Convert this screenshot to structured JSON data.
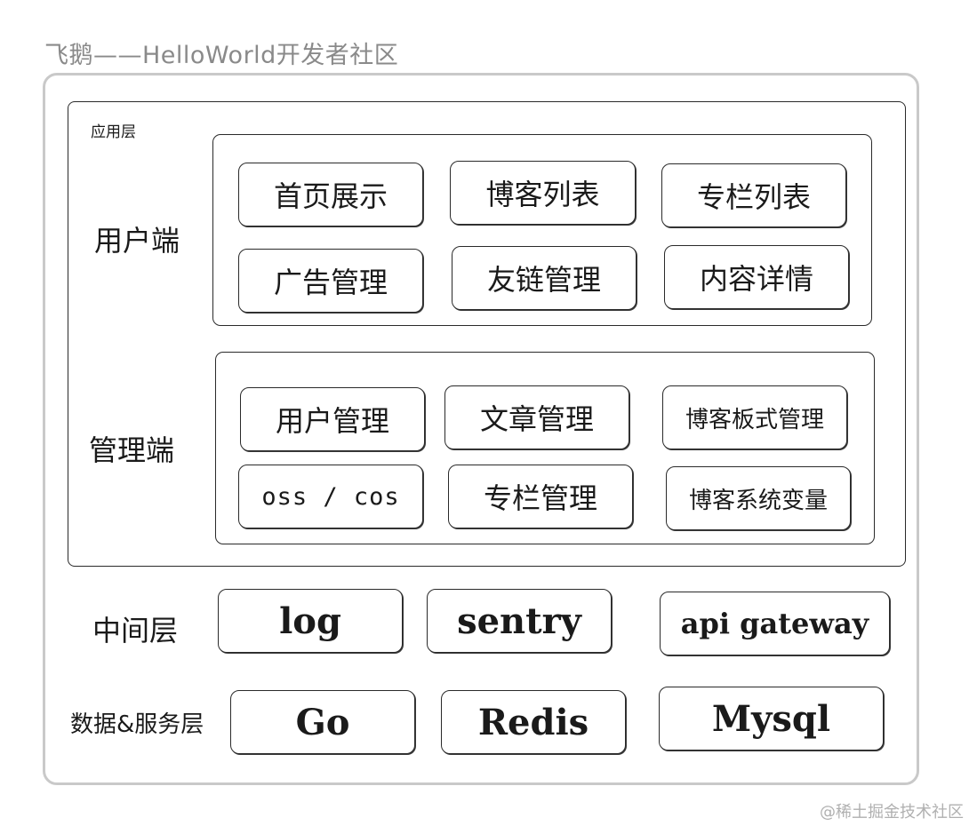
{
  "header": {
    "title": "飞鹅——HelloWorld开发者社区"
  },
  "watermark": "@稀土掘金技术社区",
  "app_layer": {
    "label": "应用层",
    "user_side": {
      "label": "用户端",
      "items": [
        "首页展示",
        "博客列表",
        "专栏列表",
        "广告管理",
        "友链管理",
        "内容详情"
      ]
    },
    "admin_side": {
      "label": "管理端",
      "items": [
        "用户管理",
        "文章管理",
        "博客板式管理",
        "oss / cos",
        "专栏管理",
        "博客系统变量"
      ]
    }
  },
  "middle_layer": {
    "label": "中间层",
    "items": [
      "log",
      "sentry",
      "api gateway"
    ]
  },
  "data_layer": {
    "label": "数据&服务层",
    "items": [
      "Go",
      "Redis",
      "Mysql"
    ]
  }
}
